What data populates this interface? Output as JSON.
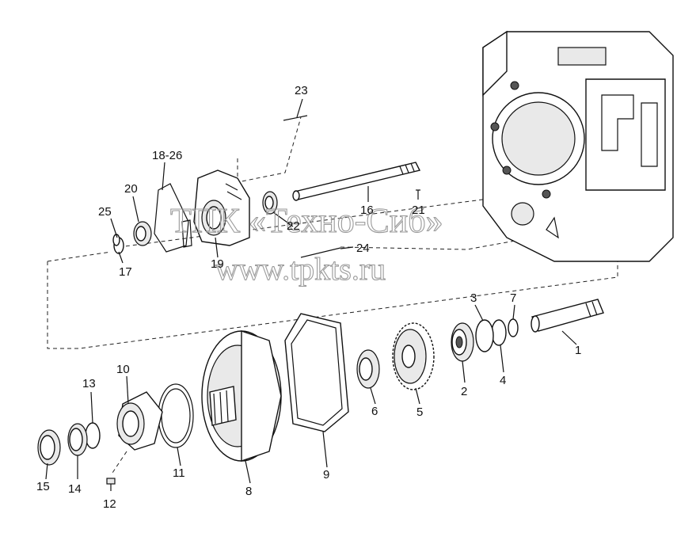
{
  "watermark": {
    "line1": "ТПК «Техно-Сиб»",
    "line2": "www.tpkts.ru"
  },
  "labels": [
    {
      "id": "1",
      "text": "1"
    },
    {
      "id": "2",
      "text": "2"
    },
    {
      "id": "3",
      "text": "3"
    },
    {
      "id": "4",
      "text": "4"
    },
    {
      "id": "5",
      "text": "5"
    },
    {
      "id": "6",
      "text": "6"
    },
    {
      "id": "7",
      "text": "7"
    },
    {
      "id": "8",
      "text": "8"
    },
    {
      "id": "9",
      "text": "9"
    },
    {
      "id": "10",
      "text": "10"
    },
    {
      "id": "11",
      "text": "11"
    },
    {
      "id": "12",
      "text": "12"
    },
    {
      "id": "13",
      "text": "13"
    },
    {
      "id": "14",
      "text": "14"
    },
    {
      "id": "15",
      "text": "15"
    },
    {
      "id": "16",
      "text": "16"
    },
    {
      "id": "17",
      "text": "17"
    },
    {
      "id": "18-26",
      "text": "18-26"
    },
    {
      "id": "19",
      "text": "19"
    },
    {
      "id": "20",
      "text": "20"
    },
    {
      "id": "21",
      "text": "21"
    },
    {
      "id": "22",
      "text": "22"
    },
    {
      "id": "23",
      "text": "23"
    },
    {
      "id": "24",
      "text": "24"
    },
    {
      "id": "25",
      "text": "25"
    }
  ]
}
